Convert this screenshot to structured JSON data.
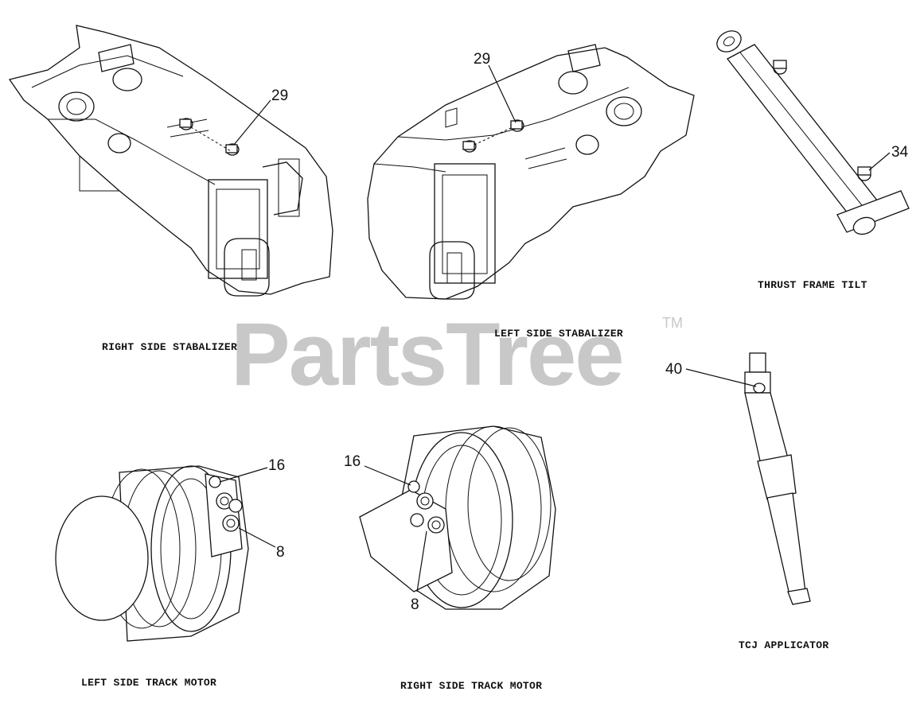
{
  "watermark": {
    "brand": "PartsTree",
    "trademark": "TM"
  },
  "assemblies": [
    {
      "caption": "RIGHT SIDE STABALIZER",
      "callouts": [
        "29"
      ]
    },
    {
      "caption": "LEFT SIDE STABALIZER",
      "callouts": [
        "29"
      ]
    },
    {
      "caption": "THRUST FRAME TILT",
      "callouts": [
        "34"
      ]
    },
    {
      "caption": "TCJ APPLICATOR",
      "callouts": [
        "40"
      ]
    },
    {
      "caption": "LEFT SIDE TRACK MOTOR",
      "callouts": [
        "16",
        "8"
      ]
    },
    {
      "caption": "RIGHT SIDE TRACK MOTOR",
      "callouts": [
        "16",
        "8"
      ]
    }
  ]
}
